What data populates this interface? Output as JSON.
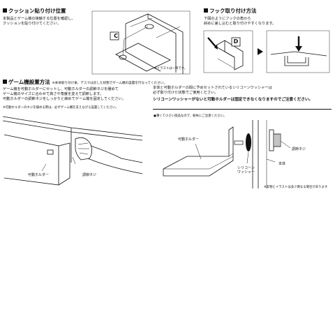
{
  "cushion": {
    "title": "クッション貼り付け位置",
    "lines": [
      "本製品とゲーム機の接触する位置を確認し、",
      "クッションを貼り付けてください。"
    ],
    "callout": "C",
    "note": "※イラストは一例です。"
  },
  "hook": {
    "title": "フック取り付け方法",
    "lines": [
      "下図のようにフックの角から",
      "斜めに差し込むと取り付けやすくなります。"
    ],
    "callout": "D"
  },
  "install": {
    "title": "ゲーム機設置方法",
    "title_note": "※本体取り付け後、デスクは戻した状態でゲーム機の設置を行なってください。",
    "lines": [
      "ゲーム機を可動ホルダーにセットし、可動ホルダーの調節ネジを緩めて",
      "ゲーム機のサイズに合わせて高さや角度を変えて調節します。",
      "可動ホルダーの調節ネジをしっかりと締めてゲーム機を固定してください。"
    ],
    "note": "※可動ホルダーのネジを緩める際は、必ずゲーム機を支えながら設置してください。",
    "label_holder": "可動ホルダー",
    "label_screw": "調節ネジ"
  },
  "washer": {
    "lines": [
      "本体と可動ホルダーの間に予めセットされているシリコーンワッシャーは",
      "必ず取り付けた状態でご使用ください。"
    ],
    "warning": "シリコーンワッシャーがないと可動ホルダーは固定できなくなりますのでご注意ください。",
    "caution": "●薄くて小さい部品なので、紛失にご注意ください。",
    "label_holder": "可動ホルダー",
    "label_washer": "シリコーン\nワッシャー",
    "label_screw": "調節ネジ",
    "label_body": "本体",
    "note": "※実物とイラストは多少異なる場合があります"
  }
}
